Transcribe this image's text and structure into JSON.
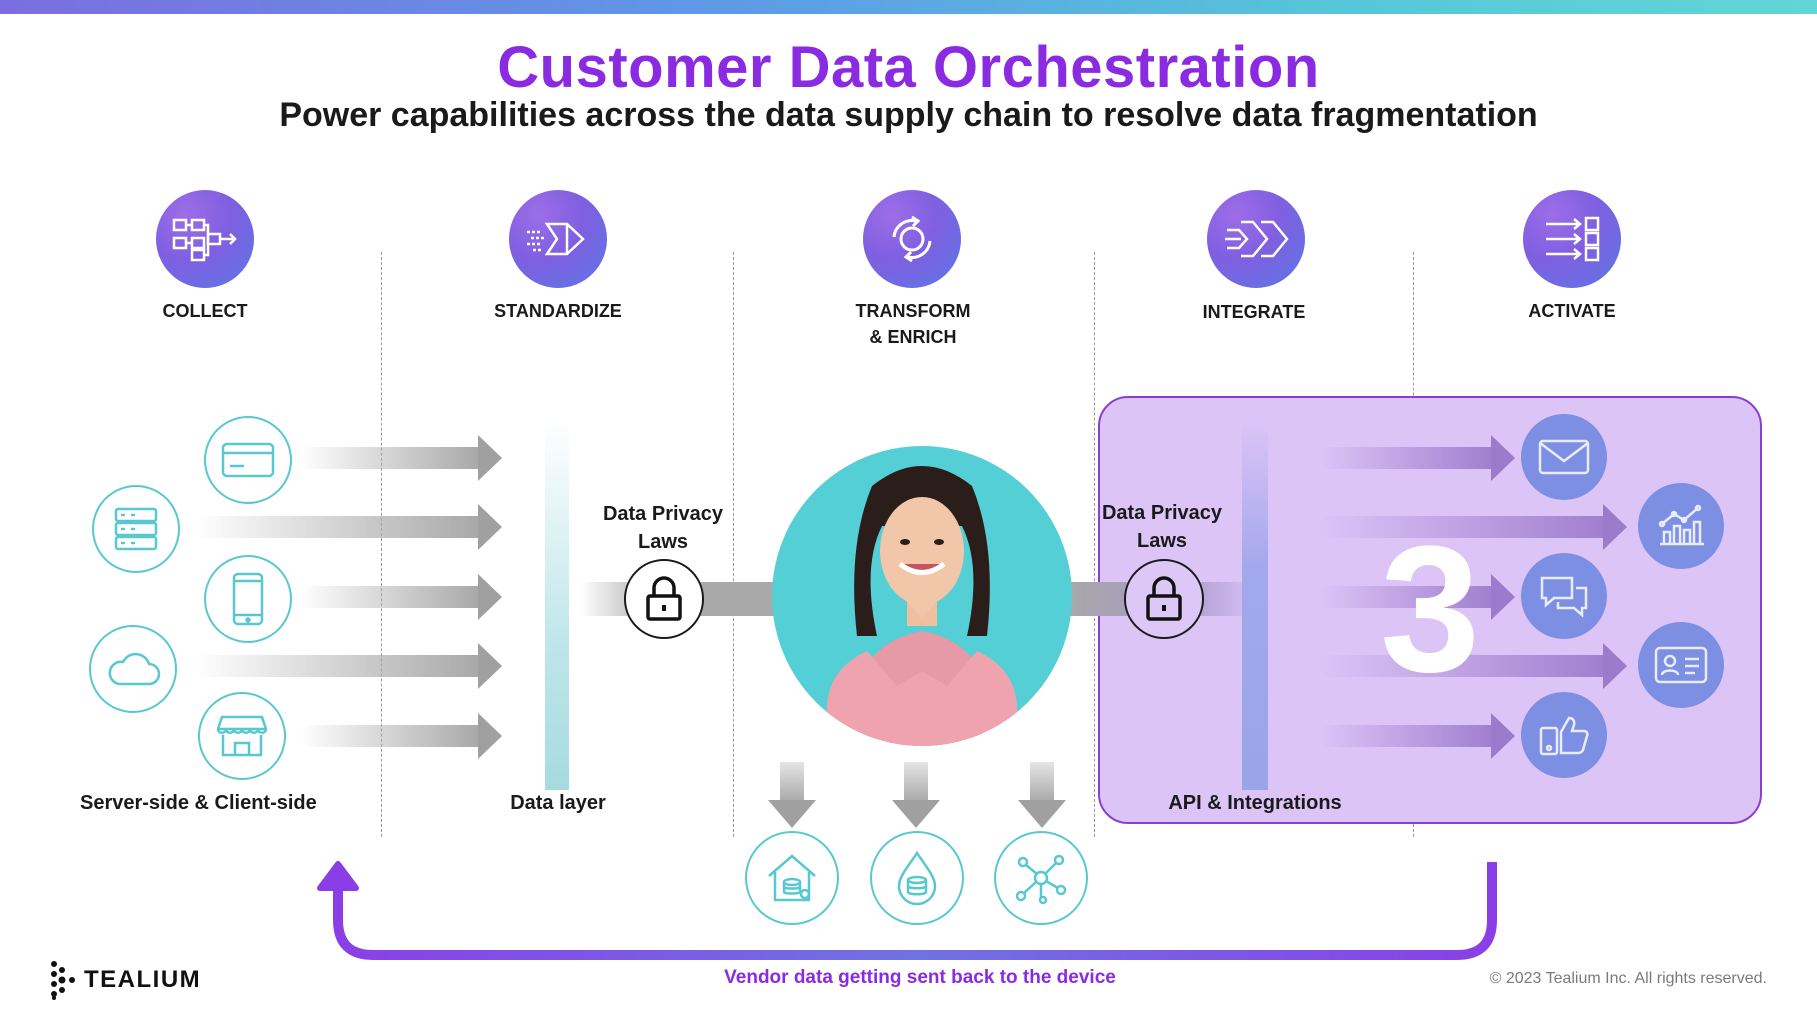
{
  "header": {
    "title": "Customer Data Orchestration",
    "subtitle": "Power capabilities across the data supply chain to resolve data fragmentation"
  },
  "stages": [
    {
      "label": "COLLECT",
      "icon": "flowchart-icon"
    },
    {
      "label": "STANDARDIZE",
      "icon": "streamline-arrow-icon"
    },
    {
      "label": "TRANSFORM\n& ENRICH",
      "label_line1": "TRANSFORM",
      "label_line2": "& ENRICH",
      "icon": "cycle-arrows-icon"
    },
    {
      "label": "INTEGRATE",
      "icon": "merge-arrows-icon"
    },
    {
      "label": "ACTIVATE",
      "icon": "distribute-arrows-icon"
    }
  ],
  "collect": {
    "sources": [
      "credit-card-icon",
      "server-icon",
      "mobile-phone-icon",
      "cloud-icon",
      "storefront-icon"
    ],
    "caption": "Server-side & Client-side"
  },
  "standardize": {
    "caption": "Data layer"
  },
  "privacy": {
    "line1": "Data Privacy",
    "line2": "Laws"
  },
  "integrate": {
    "caption": "API & Integrations",
    "badge": "3"
  },
  "activate": {
    "channels": [
      "email-icon",
      "analytics-chart-icon",
      "chat-bubbles-icon",
      "id-card-icon",
      "thumbs-up-icon"
    ]
  },
  "storage": [
    "home-database-icon",
    "data-lake-icon",
    "network-graph-icon"
  ],
  "feedback": {
    "caption": "Vendor data getting sent back to the device"
  },
  "footer": {
    "brand": "TEALIUM",
    "copyright": "© 2023  Tealium Inc. All rights reserved."
  },
  "colors": {
    "title": "#8a2be2",
    "teal": "#58c8d0",
    "purple_box": "#dcc4f7",
    "activate_icon": "#7c8fe2"
  }
}
